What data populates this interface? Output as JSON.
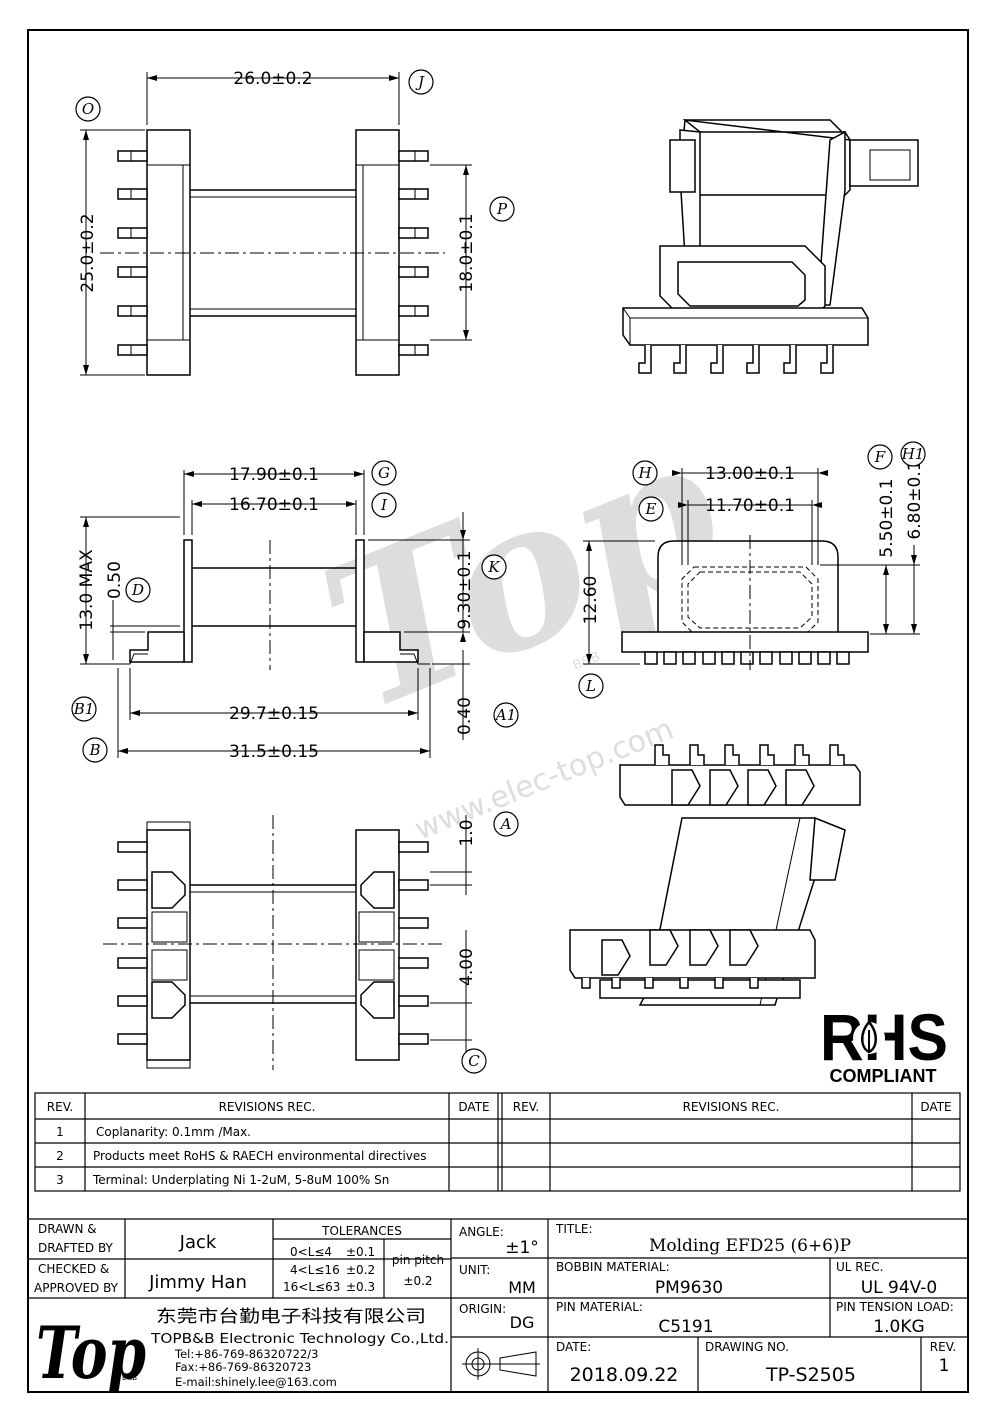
{
  "dimensions": {
    "top_width": "26.0±0.2",
    "top_height": "25.0±0.2",
    "top_inner": "18.0±0.1",
    "side_outer": "17.90±0.1",
    "side_inner": "16.70±0.1",
    "side_height": "13.0 MAX",
    "side_flange": "0.50",
    "side_core": "9.30±0.1",
    "side_pin_off": "0.40",
    "pin_span_inner": "29.7±0.15",
    "pin_span_outer": "31.5±0.15",
    "end_outer": "13.00±0.1",
    "end_inner": "11.70±0.1",
    "end_h1": "5.50±0.1",
    "end_h2": "6.80±0.1",
    "end_height": "12.60",
    "bottom_pitch_a": "1.0",
    "bottom_pitch_c": "4.00"
  },
  "callouts": [
    "O",
    "J",
    "P",
    "G",
    "I",
    "D",
    "K",
    "B1",
    "A1",
    "B",
    "H",
    "E",
    "F",
    "H1",
    "L",
    "A",
    "C"
  ],
  "rohs": {
    "big": "RHS",
    "sub": "COMPLIANT"
  },
  "revisions": {
    "headers": {
      "rev": "REV.",
      "rec": "REVISIONS    REC.",
      "date": "DATE"
    },
    "rows": [
      {
        "rev": "1",
        "text": "Coplanarity: 0.1mm  /Max."
      },
      {
        "rev": "2",
        "text": "Products  meet  RoHS  &  RAECH  environmental  directives"
      },
      {
        "rev": "3",
        "text": "Terminal:  Underplating  Ni  1-2uM,  5-8uM  100%  Sn"
      }
    ]
  },
  "title_block": {
    "drawn_label_1": "DRAWN  &",
    "drawn_label_2": "DRAFTED  BY",
    "drawn_by": "Jack",
    "checked_label_1": "CHECKED  &",
    "checked_label_2": "APPROVED  BY",
    "approved_by": "Jimmy  Han",
    "tolerances_label": "TOLERANCES",
    "tol_row_1_range": "0<L≤4",
    "tol_row_1_val": "±0.1",
    "tol_row_2_range": "4<L≤16",
    "tol_row_2_val": "±0.2",
    "tol_row_3_range": "16<L≤63",
    "tol_row_3_val": "±0.3",
    "pin_pitch_label": "pin  pitch",
    "pin_pitch_val": "±0.2",
    "angle_label": "ANGLE:",
    "angle_val": "±1°",
    "unit_label": "UNIT:",
    "unit_val": "MM",
    "origin_label": "ORIGIN:",
    "origin_val": "DG",
    "title_label": "TITLE:",
    "title_val": "Molding  EFD25  (6+6)P",
    "bobbin_label": "BOBBIN  MATERIAL:",
    "bobbin_val": "PM9630",
    "ul_label": "UL  REC.",
    "ul_val": "UL  94V-0",
    "pin_material_label": "PIN  MATERIAL:",
    "pin_material_val": "C5191",
    "tension_label": "PIN  TENSION  LOAD:",
    "tension_val": "1.0KG",
    "date_label": "DATE:",
    "date_val": "2018.09.22",
    "drawing_no_label": "DRAWING  NO.",
    "drawing_no_val": "TP-S2505",
    "rev_label": "REV.",
    "rev_val": "1"
  },
  "company": {
    "name_cn": "东莞市台勤电子科技有限公司",
    "name_en": "TOPB&B  Electronic  Technology  Co.,Ltd.",
    "tel": "Tel:+86-769-86320722/3",
    "fax": "Fax:+86-769-86320723",
    "email": "E-mail:shinely.lee@163.com",
    "logo_text": "Top",
    "logo_small": "B&B"
  },
  "watermark": {
    "url": "www.elec-top.com",
    "mark": "Top",
    "mark_small": "B&B"
  }
}
